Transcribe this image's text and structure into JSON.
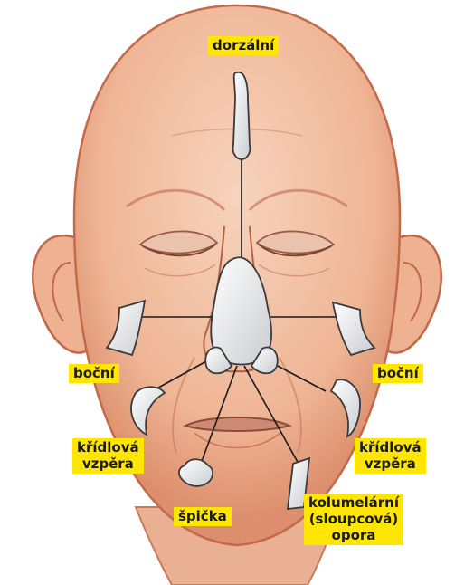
{
  "labels": {
    "dorsal": "dorzální",
    "lateral_left": "boční",
    "lateral_right": "boční",
    "alar_strut_left": [
      "křídlová",
      "vzpěra"
    ],
    "alar_strut_right": [
      "křídlová",
      "vzpěra"
    ],
    "tip": "špička",
    "columellar": [
      "kolumelární",
      "(sloupcová)",
      "opora"
    ]
  },
  "colors": {
    "label_background": "#ffe600",
    "skin": "#f3c2a8",
    "skin_shadow": "#d98a6a",
    "cartilage": "#eef0f2",
    "pointer_line": "#1a1a1a"
  }
}
